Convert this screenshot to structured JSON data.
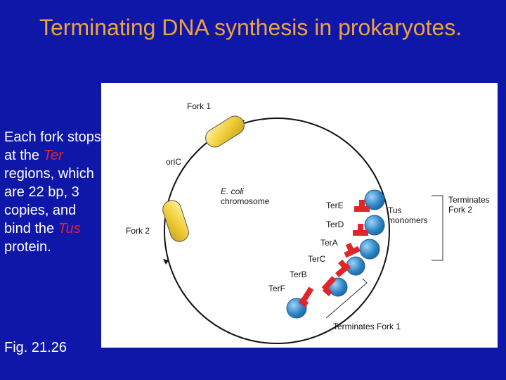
{
  "slide": {
    "title": "Terminating DNA synthesis in prokaryotes.",
    "body": {
      "p1": "Each fork stops at the ",
      "ter": "Ter",
      "p2": " regions, which are 22 bp, 3 copies, and bind the ",
      "tus": "Tus",
      "p3": " protein."
    },
    "caption": "Fig. 21.26"
  },
  "colors": {
    "background": "#0f17a8",
    "title": "#f0a23a",
    "highlight": "#e8242a",
    "fork": "#f2cf3c",
    "tus": "#2f86c8",
    "ter": "#e0262a"
  },
  "figure": {
    "fork1": "Fork 1",
    "fork2": "Fork 2",
    "oric": "oriC",
    "chromosome_italic": "E. coli",
    "chromosome": "chromosome",
    "tus_monomers_1": "Tus",
    "tus_monomers_2": "monomers",
    "terminates_fork2_1": "Terminates",
    "terminates_fork2_2": "Fork 2",
    "terminates_fork1": "Terminates Fork 1",
    "ter_sites": [
      "TerE",
      "TerD",
      "TerA",
      "TerC",
      "TerB",
      "TerF"
    ]
  }
}
